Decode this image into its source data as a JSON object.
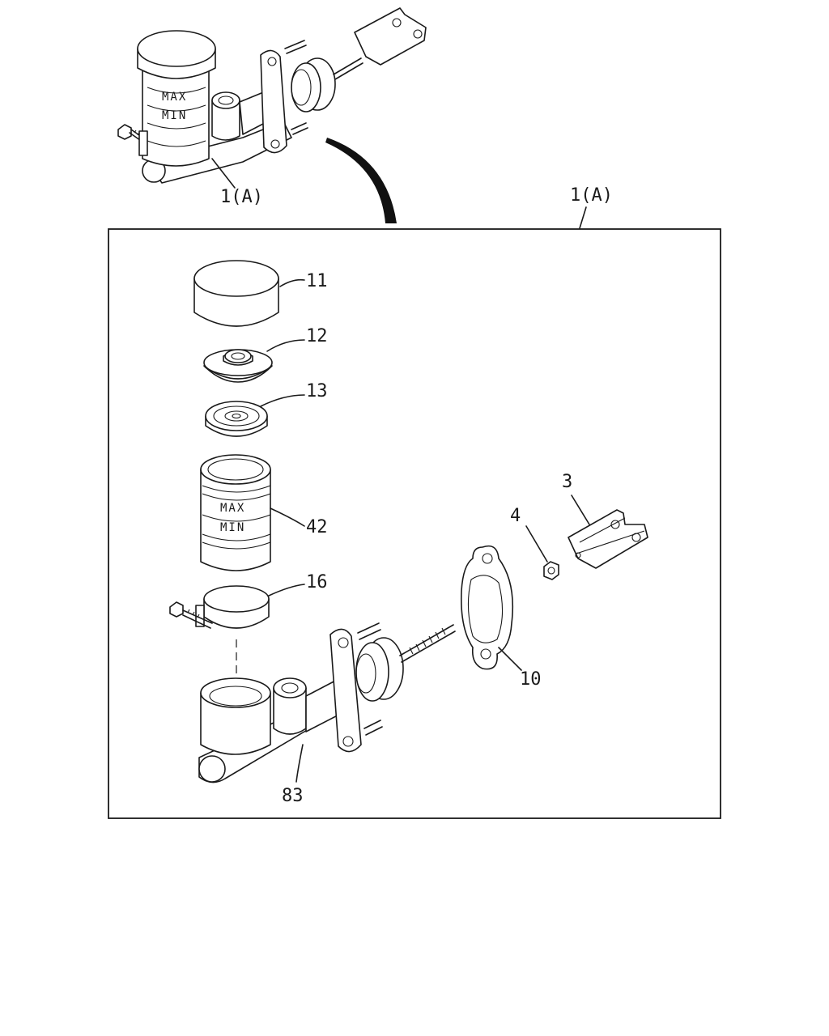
{
  "diagram": {
    "assembly_label": "1(A)",
    "frame_label": "1(A)",
    "reservoir_marks": {
      "max": "MAX",
      "min": "MIN"
    },
    "parts": [
      {
        "callout": "11",
        "part": "reservoir-cap"
      },
      {
        "callout": "12",
        "part": "diaphragm"
      },
      {
        "callout": "13",
        "part": "seal-plate"
      },
      {
        "callout": "42",
        "part": "reservoir-tank"
      },
      {
        "callout": "16",
        "part": "band-clamp"
      },
      {
        "callout": "83",
        "part": "master-cylinder-body"
      },
      {
        "callout": "10",
        "part": "gasket"
      },
      {
        "callout": "4",
        "part": "nut"
      },
      {
        "callout": "3",
        "part": "clevis"
      }
    ]
  }
}
